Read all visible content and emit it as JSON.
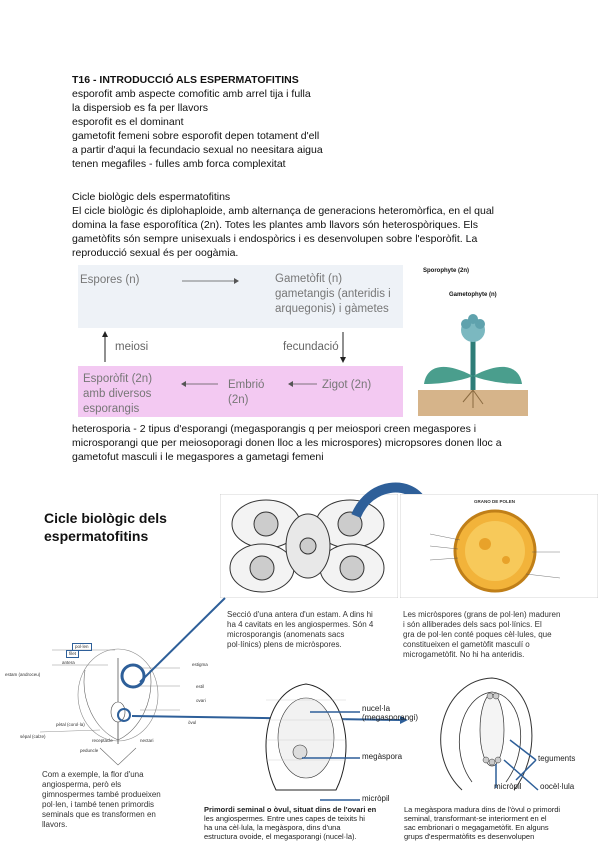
{
  "header": {
    "title": "T16 - INTRODUCCIÓ ALS ESPERMATOFITINS",
    "lines": [
      "esporofit amb aspecte comofitic amb arrel tija i fulla",
      "la dispersiob es fa per llavors",
      "esporofit es el dominant",
      "gametofit femeni sobre esporofit depen totament d'ell",
      "a partir d'aqui la fecundacio sexual no neesitara aigua",
      "tenen megafiles - fulles amb forca complexitat"
    ]
  },
  "cicle": {
    "title": "Cicle biològic dels espermatofitins",
    "paragraph_lines": [
      "El cicle biològic és diplohaploide, amb alternança de generacions heteromòrfica, en el qual",
      "domina la fase esporofítica (2n). Totes les plantes amb llavors són heterospòriques. Els",
      "gametòfits són sempre unisexuals i endospòrics i es desenvolupen sobre l'esporòfit. La",
      "reproducció sexual és per oogàmia."
    ]
  },
  "diagram": {
    "espores": "Espores (n)",
    "gametofit": [
      "Gametòfit (n)",
      "gametangis (anteridis i",
      "arquegonis) i gàmetes"
    ],
    "meiosi": "meiosi",
    "fecundacio": "fecundació",
    "esporofit": [
      "Esporòfit (2n)",
      "amb diversos",
      "esporangis"
    ],
    "embrio": [
      "Embrió",
      "(2n)"
    ],
    "zigot": "Zigot (2n)",
    "sporophyte_label": "Sporophyte (2n)",
    "gametophyte_label": "Gametophyte (n)"
  },
  "heterosporia_lines": [
    "heterosporia - 2 tipus d'esporangi (megasporangis q per meiospori creen megaspores i",
    "microsporangi que per meiosoporagi donen lloc a les microspores) micropsores donen lloc a",
    "gametofut masculi i le megaspores a gametagi femeni"
  ],
  "slide": {
    "title": [
      "Cicle biològic dels",
      "espermatofitins"
    ],
    "grain_title": "GRANO DE POLEN",
    "antera_caption": [
      "Secció d'una antera d'un estam. A dins hi",
      "ha 4 cavitats en les angiospermes. Són 4",
      "microsporangis (anomenats sacs",
      "pol·línics) plens de micròspores."
    ],
    "micro_caption": [
      "Les micròspores (grans de pol·len) maduren",
      "i són alliberades dels sacs pol·línics. El",
      "gra de pol·len conté poques cèl·lules, que",
      "constitueixen el gametòfit masculí o",
      "microgametòfit. No hi ha anteridis."
    ],
    "flor_caption": [
      "Com a exemple, la flor d'una",
      "angiosperma, però els",
      "gimnospermes també produeixen",
      "pol·len, i també tenen primordis",
      "seminals que es transformen en",
      "llavors."
    ],
    "nucela": [
      "nucel·la",
      "(megasporangi)"
    ],
    "megaspora": "megàspora",
    "micropil": "micròpil",
    "teguments": "teguments",
    "micropil2": "micròpil",
    "oocel": "oocèl·lula",
    "primordi_caption": [
      "Primordi seminal o òvul, situat dins de l'ovari en",
      "les angiospermes. Entre unes capes de teixits hi",
      "ha una cèl·lula, la megàspora, dins d'una",
      "estructura ovoide, el megasporangi (nucel·la)."
    ],
    "megaspora_caption": [
      "La megàspora madura dins de l'òvul o primordi",
      "seminal, transformant-se interiorment en el",
      "sac embrionari o megagametòfit. En alguns",
      "grups d'espermatòfits es desenvolupen"
    ],
    "flower_labels": {
      "polen": "pol·len",
      "filet": "filet",
      "antera": "antera",
      "estam": "estam (androceu)",
      "estigma": "estigma",
      "estil": "estil",
      "ovari": "ovari",
      "petal": "pètal (corol·la)",
      "sepal": "sèpal (calze)",
      "receptacle": "receptacle",
      "peduncle": "peduncle",
      "nectari": "nectari",
      "ovul": "òvul"
    }
  }
}
